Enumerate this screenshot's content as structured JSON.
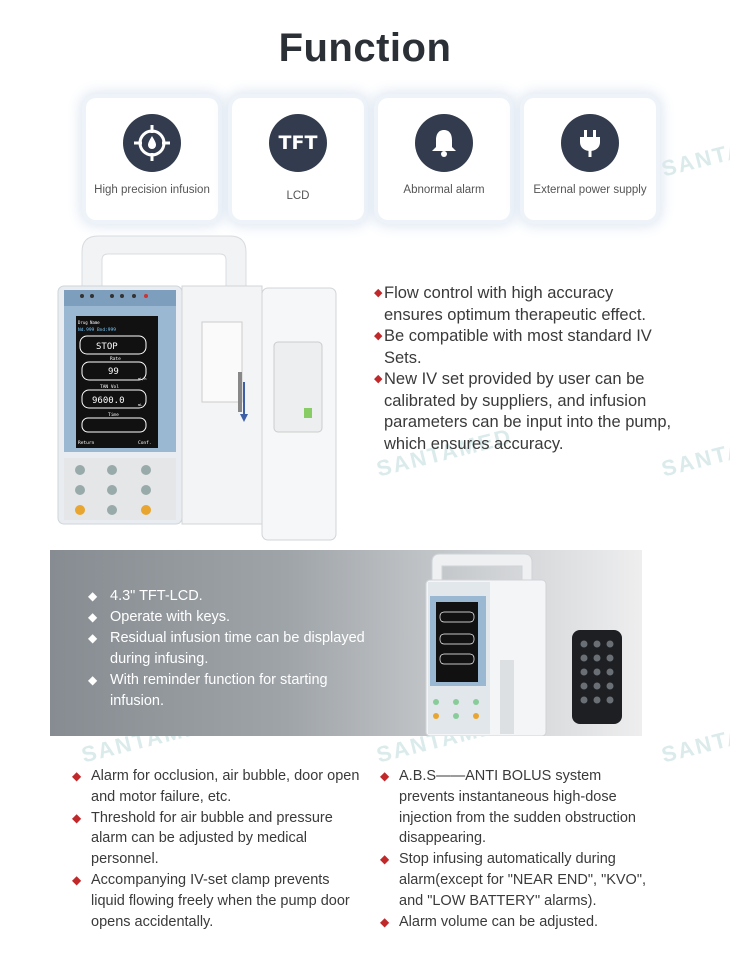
{
  "title": "Function",
  "features": [
    {
      "icon": "target-drop-icon",
      "label": "High precision infusion"
    },
    {
      "icon": "tft-icon",
      "icon_text": "TFT",
      "label": "LCD"
    },
    {
      "icon": "bell-icon",
      "label": "Abnormal alarm"
    },
    {
      "icon": "plug-icon",
      "label": "External power supply"
    }
  ],
  "watermark": "SANTAMED",
  "device_screen": {
    "top_left": "Drug Name",
    "top_right": "Nd.999  Bnd:999",
    "status": "STOP",
    "rate_label": "Rate",
    "rate_value": "99",
    "rate_unit": "mL/h",
    "vol_label": "TAN Vol",
    "vol_value": "9600.0",
    "vol_unit": "mL",
    "time_label": "Time",
    "bottom_left": "Return",
    "bottom_right": "Conf."
  },
  "section1": [
    "Flow control with high accuracy ensures optimum therapeutic effect.",
    "Be compatible with most standard IV Sets.",
    "New IV set provided by user can be calibrated by suppliers, and infusion parameters can be input into the pump, which ensures accuracy."
  ],
  "section2": [
    "4.3\" TFT-LCD.",
    "Operate with keys.",
    "Residual infusion time can be displayed during infusing.",
    "With reminder function for starting infusion."
  ],
  "section3_left": [
    "Alarm for occlusion, air bubble, door open and  motor failure, etc.",
    "Threshold for air bubble and pressure alarm can be adjusted by medical personnel.",
    "Accompanying IV-set clamp prevents liquid flowing freely when the pump door opens accidentally."
  ],
  "section3_right": [
    "A.B.S——ANTI BOLUS system prevents instantaneous high-dose injection from the sudden obstruction disappearing.",
    "Stop infusing automatically during alarm(except for \"NEAR END\", \"KVO\", and \"LOW BATTERY\" alarms).",
    "Alarm volume can be adjusted."
  ],
  "colors": {
    "icon_bg": "#323c4e",
    "bullet_red": "#c0282a",
    "band_dark": "#868c91"
  }
}
